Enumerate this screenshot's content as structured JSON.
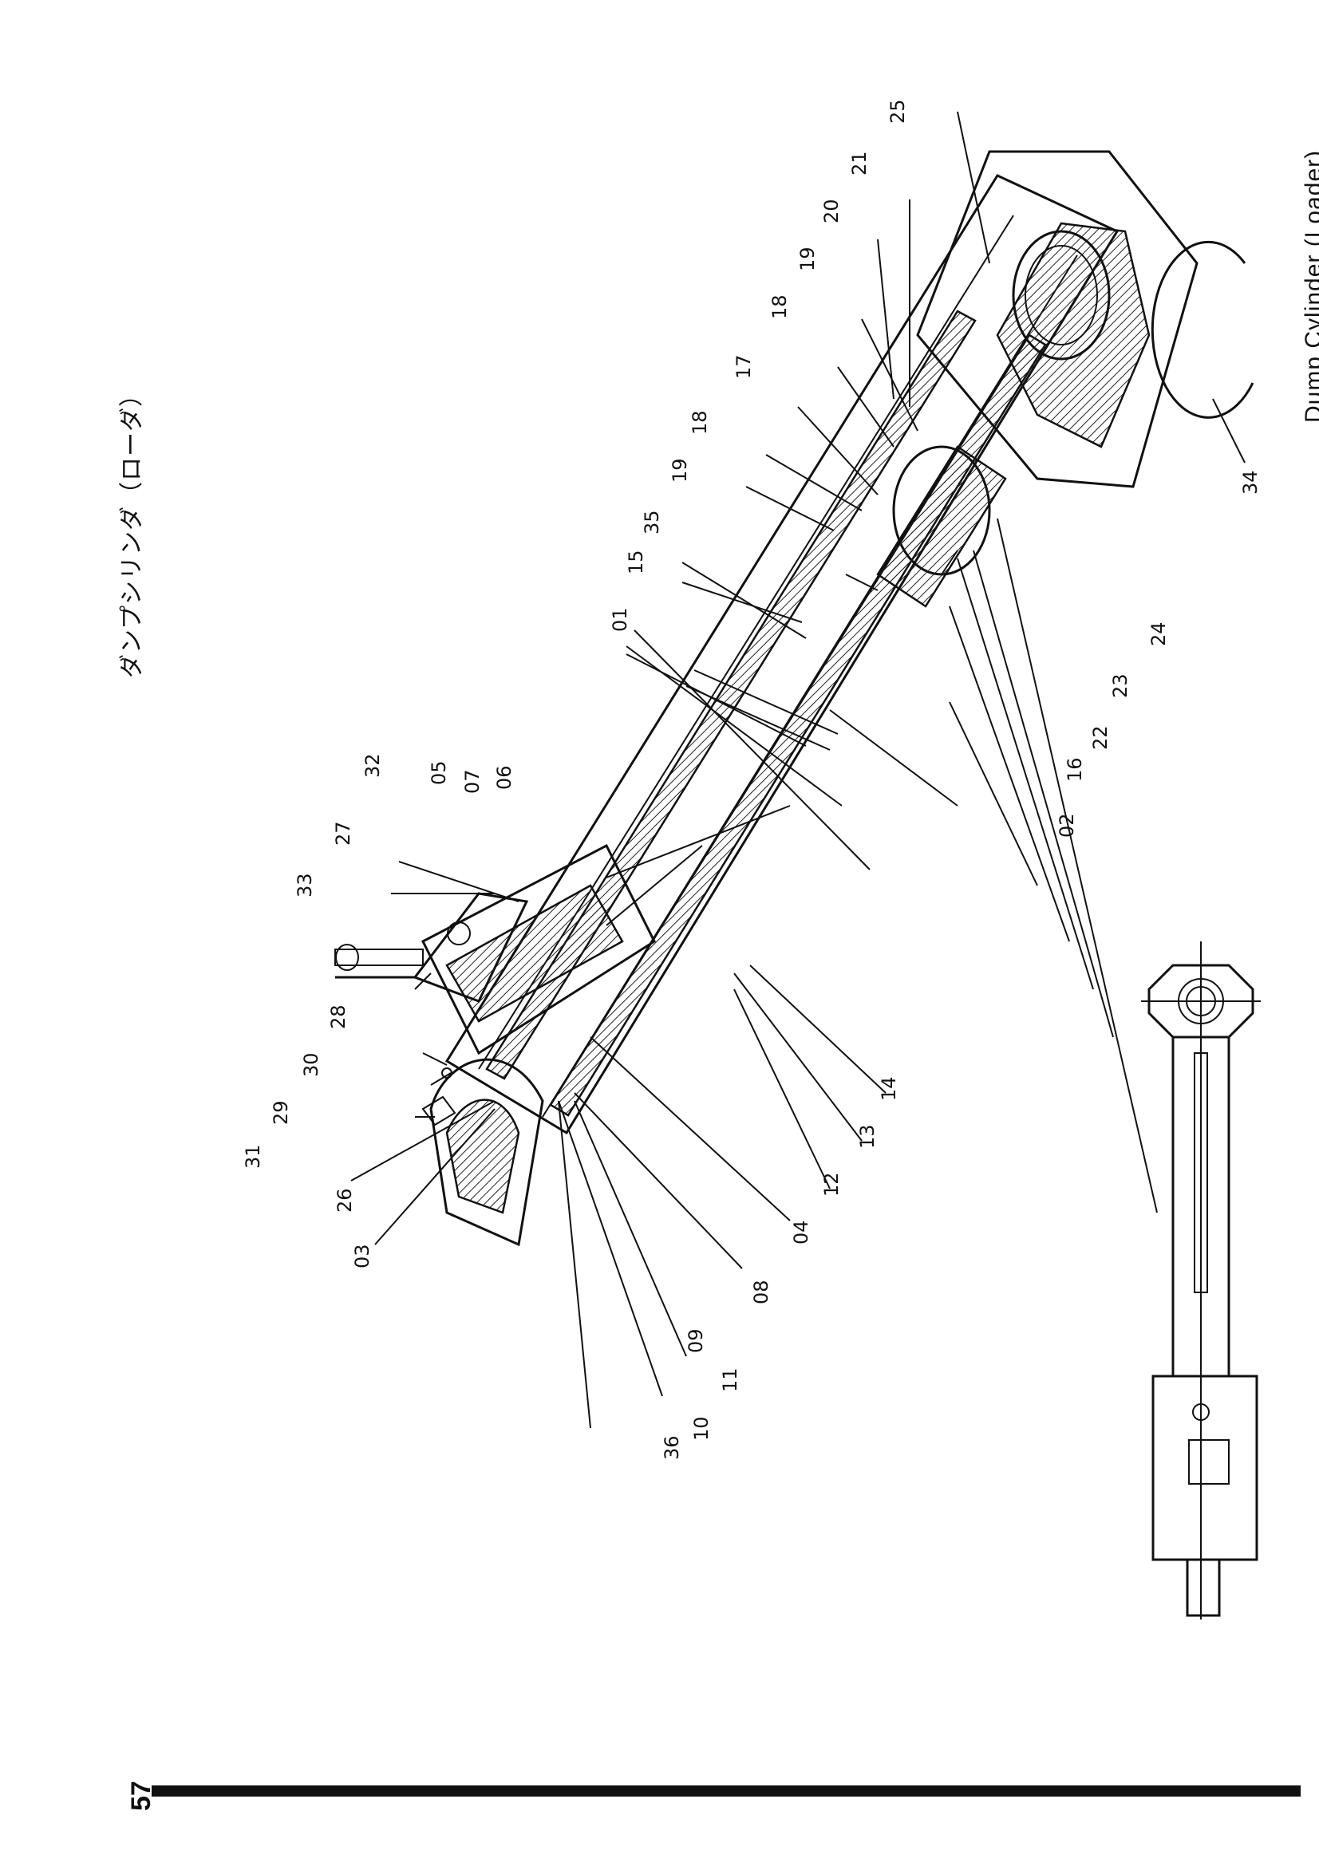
{
  "title_jp": "ダンプシリンダ（ローダ）",
  "title_en": "Dump Cylinder  (Loader)",
  "page_number": "57",
  "part_labels": [
    "01",
    "02",
    "03",
    "04",
    "05",
    "06",
    "07",
    "08",
    "09",
    "10",
    "11",
    "12",
    "13",
    "14",
    "15",
    "16",
    "17",
    "18",
    "18",
    "19",
    "19",
    "20",
    "21",
    "22",
    "23",
    "24",
    "25",
    "26",
    "27",
    "28",
    "29",
    "30",
    "31",
    "32",
    "33",
    "34",
    "35",
    "36"
  ]
}
